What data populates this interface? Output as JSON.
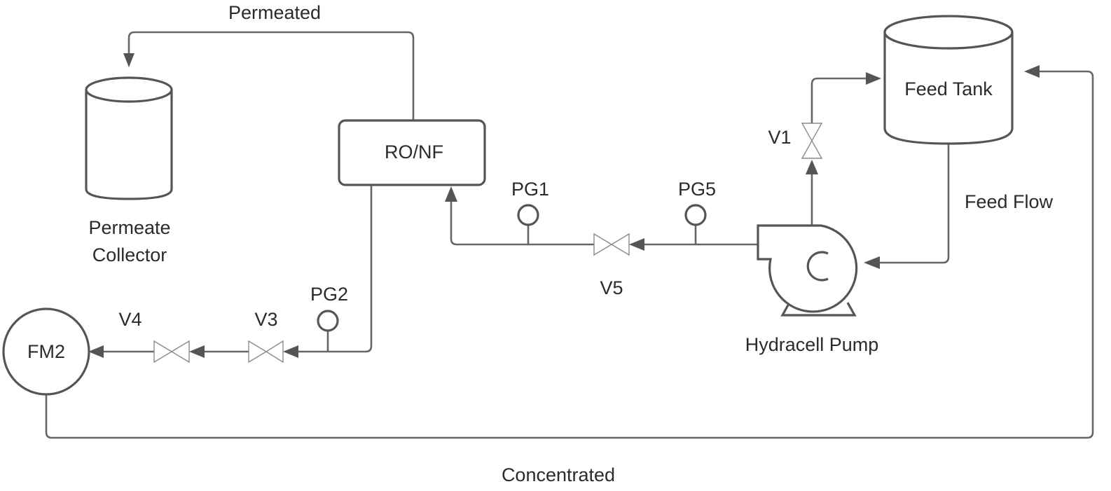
{
  "labels": {
    "permeated": "Permeated",
    "concentrated": "Concentrated",
    "feed_flow": "Feed Flow",
    "permeate_collector_line1": "Permeate",
    "permeate_collector_line2": "Collector",
    "ro_nf": "RO/NF",
    "feed_tank": "Feed Tank",
    "pump": "Hydracell Pump",
    "fm2": "FM2",
    "pg1": "PG1",
    "pg2": "PG2",
    "pg5": "PG5",
    "v1": "V1",
    "v3": "V3",
    "v4": "V4",
    "v5": "V5"
  },
  "colors": {
    "line": "#666666",
    "shape_stroke": "#555555",
    "text": "#2b2b2b",
    "background": "#ffffff"
  }
}
